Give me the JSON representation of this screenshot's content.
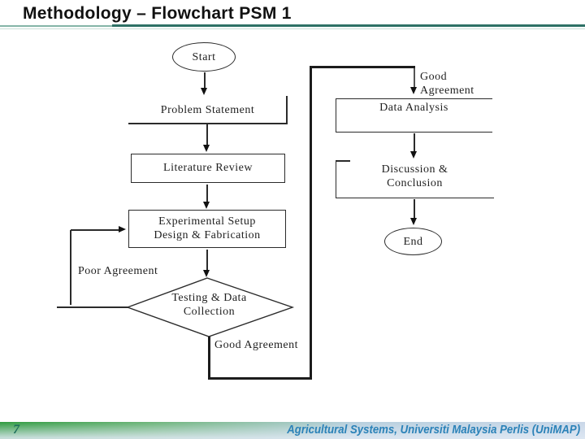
{
  "title": "Methodology – Flowchart PSM 1",
  "flowchart": {
    "nodes": {
      "start": {
        "type": "terminator",
        "label": "Start"
      },
      "problem_statement": {
        "type": "process",
        "label": "Problem Statement"
      },
      "literature_review": {
        "type": "process",
        "label": "Literature Review"
      },
      "experimental_setup": {
        "type": "process",
        "line1": "Experimental Setup",
        "line2": "Design & Fabrication"
      },
      "testing_decision": {
        "type": "decision",
        "line1": "Testing & Data",
        "line2": "Collection"
      },
      "data_analysis": {
        "type": "process",
        "label": "Data Analysis"
      },
      "discussion_conclusion": {
        "type": "process",
        "line1": "Discussion &",
        "line2": "Conclusion"
      },
      "end": {
        "type": "terminator",
        "label": "End"
      }
    },
    "edge_labels": {
      "poor_agreement": "Poor Agreement",
      "good_agreement_bottom": "Good Agreement",
      "good_agreement_top": "Good Agreement"
    },
    "edges": [
      {
        "from": "start",
        "to": "problem_statement"
      },
      {
        "from": "problem_statement",
        "to": "literature_review"
      },
      {
        "from": "literature_review",
        "to": "experimental_setup"
      },
      {
        "from": "experimental_setup",
        "to": "testing_decision"
      },
      {
        "from": "testing_decision",
        "to": "experimental_setup",
        "label": "Poor Agreement"
      },
      {
        "from": "testing_decision",
        "to": "data_analysis",
        "label": "Good Agreement"
      },
      {
        "from": "data_analysis",
        "to": "discussion_conclusion"
      },
      {
        "from": "discussion_conclusion",
        "to": "end"
      }
    ]
  },
  "footer": {
    "page_number": "7",
    "affiliation": "Agricultural Systems, Universiti Malaysia Perlis (UniMAP)"
  },
  "colors": {
    "ink": "#2b2b2b",
    "title_text": "#111111",
    "title_rule_dark": "#2e7166",
    "title_rule_light": "#85b5a8",
    "footer_green": "#2f9b3f",
    "footer_pale_blue": "#c9d7e8",
    "footer_text_blue": "#2b82b8",
    "page_number_green": "#1e6f5c"
  }
}
